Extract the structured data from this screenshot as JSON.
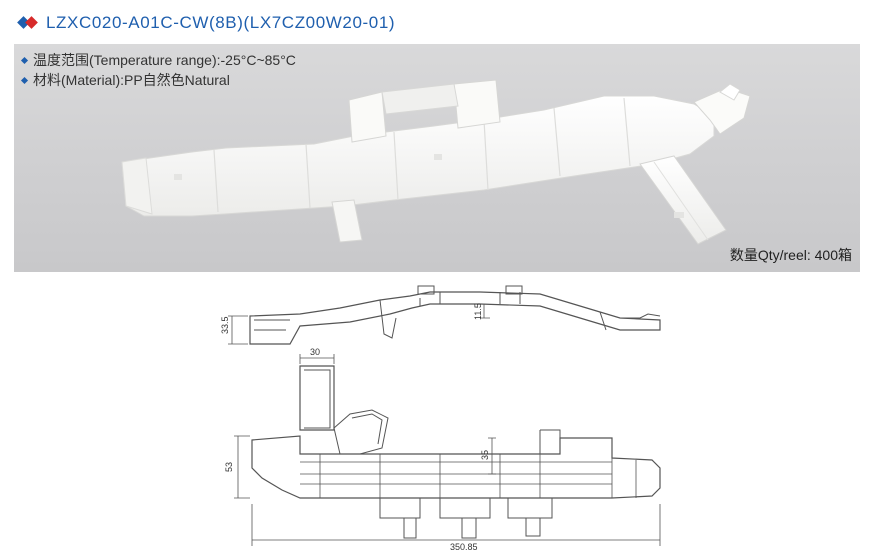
{
  "header": {
    "title": "LZXC020-A01C-CW(8B)(LX7CZ00W20-01)"
  },
  "specs": [
    {
      "text": "温度范围(Temperature range):-25°C~85°C"
    },
    {
      "text": "材料(Material):PP自然色Natural"
    }
  ],
  "packaging": {
    "qty_text": "数量Qty/reel:  400箱"
  },
  "drawing": {
    "dimensions": {
      "height_side": "33.5",
      "small_step": "11.5",
      "clip_width": "30",
      "height_top": "53",
      "inner": "35",
      "overall_length": "350.85"
    }
  },
  "colors": {
    "title": "#1f5fae",
    "accent_red": "#d72a2a",
    "bullet": "#1f5fae",
    "photo_bg": "#d2d2d4",
    "part": "#f7f7f5",
    "line": "#555555"
  }
}
